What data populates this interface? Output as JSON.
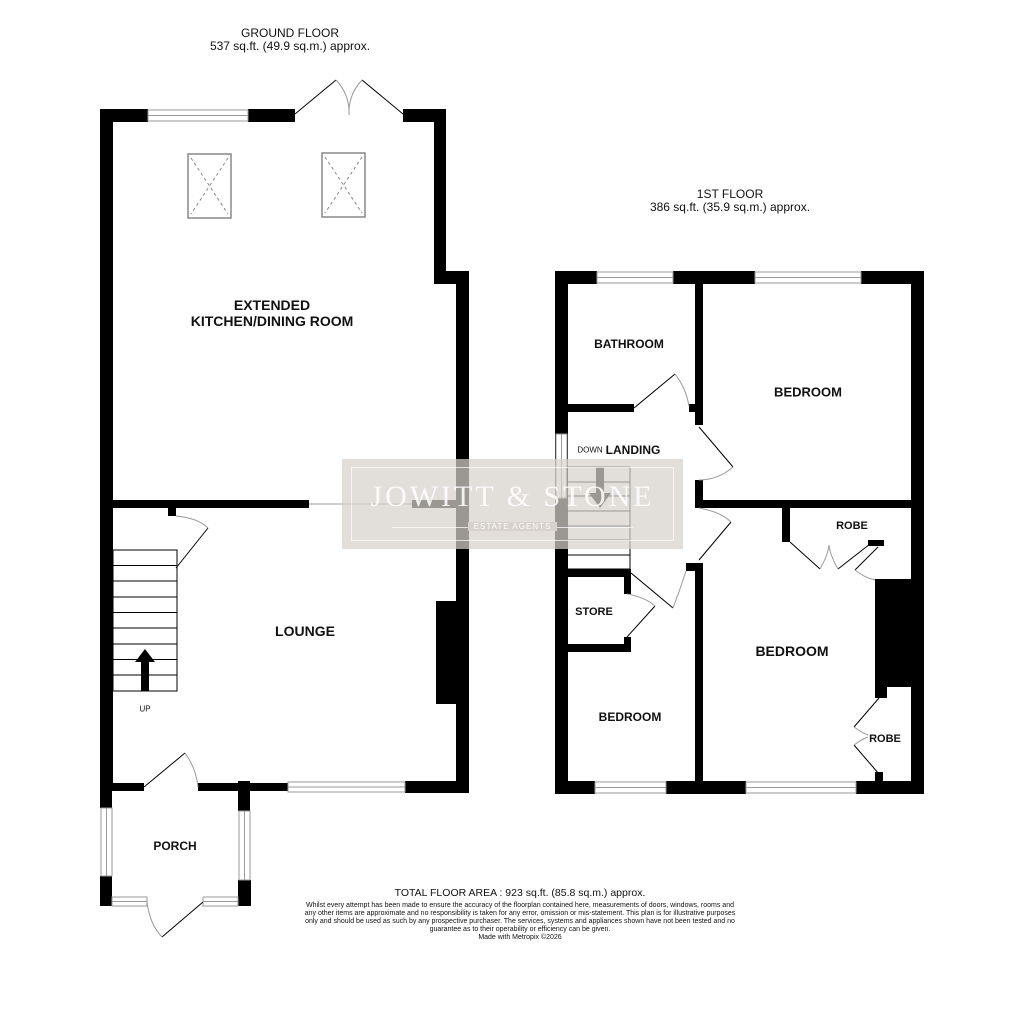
{
  "ground_floor": {
    "title": "GROUND FLOOR",
    "area": "537 sq.ft. (49.9 sq.m.) approx.",
    "rooms": [
      {
        "name": "EXTENDED",
        "line2": "KITCHEN/DINING ROOM"
      },
      {
        "name": "LOUNGE"
      },
      {
        "name": "PORCH"
      }
    ],
    "stairs_label": "UP"
  },
  "first_floor": {
    "title": "1ST FLOOR",
    "area": "386 sq.ft. (35.9 sq.m.) approx.",
    "rooms": [
      {
        "name": "BATHROOM"
      },
      {
        "name": "BEDROOM"
      },
      {
        "name": "LANDING"
      },
      {
        "name": "ROBE"
      },
      {
        "name": "STORE"
      },
      {
        "name": "BEDROOM"
      },
      {
        "name": "BEDROOM"
      },
      {
        "name": "ROBE"
      }
    ],
    "stairs_label": "DOWN"
  },
  "watermark": {
    "brand": "JOWITT & STONE",
    "subtitle": "ESTATE AGENTS"
  },
  "footer": {
    "total_area": "TOTAL FLOOR AREA : 923 sq.ft. (85.8 sq.m.) approx.",
    "disclaimer": "Whilst every attempt has been made to ensure the accuracy of the floorplan contained here, measurements of doors, windows, rooms and any other items are approximate and no responsibility is taken for any error, omission or mis-statement. This plan is for illustrative purposes only and should be used as such by any prospective purchaser. The services, systems and appliances shown have not been tested and no guarantee as to their operability or efficiency can be given.",
    "made_with": "Made with Metropix ©2026"
  },
  "colors": {
    "wall": "#000000",
    "window": "#9a9a9a",
    "watermark_bg": "#d7d2cd"
  }
}
